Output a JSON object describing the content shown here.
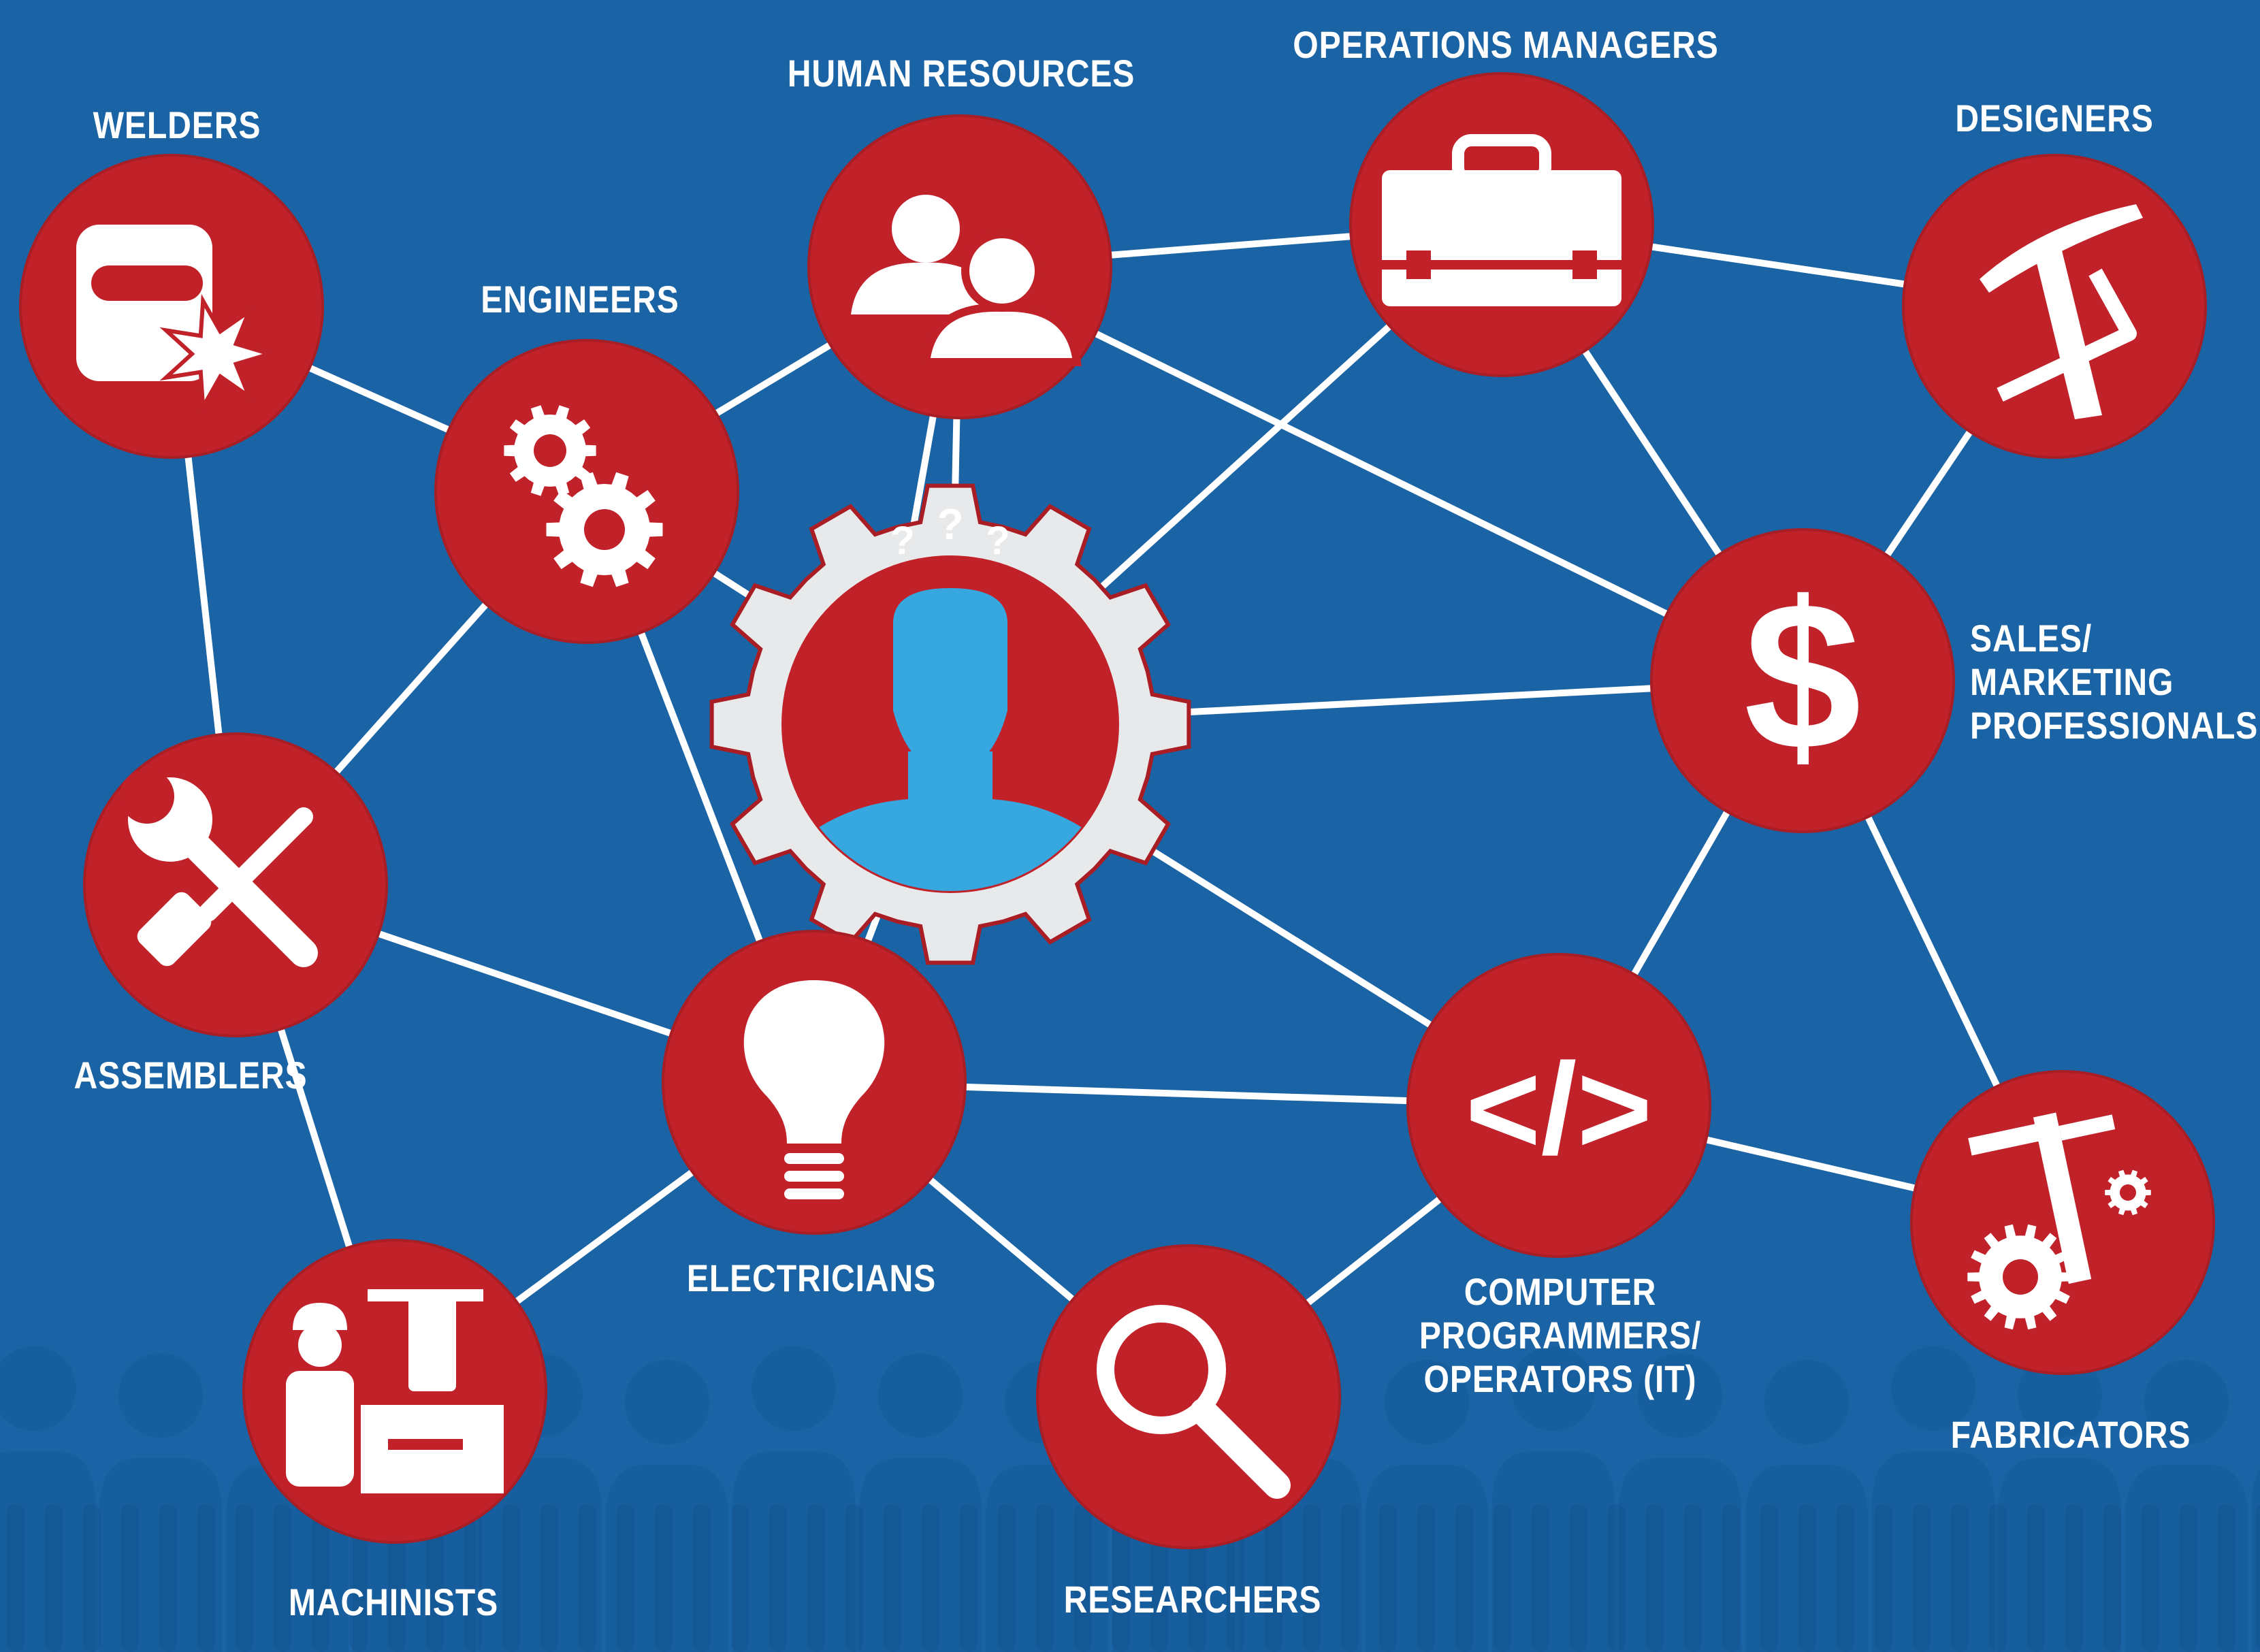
{
  "theme": {
    "background": "#1a63a5",
    "node_fill": "#c1222a",
    "node_stroke": "#a91d24",
    "line": "#ffffff",
    "icon": "#ffffff",
    "gear": "#e8e9eb",
    "head": "#37a7e0"
  },
  "nodes": [
    {
      "id": "welders",
      "label": "WELDERS",
      "icon": "welding-mask-icon"
    },
    {
      "id": "engineers",
      "label": "ENGINEERS",
      "icon": "gears-icon"
    },
    {
      "id": "human_resources",
      "label": "HUMAN RESOURCES",
      "icon": "people-icon"
    },
    {
      "id": "operations_managers",
      "label": "OPERATIONS MANAGERS",
      "icon": "briefcase-icon"
    },
    {
      "id": "designers",
      "label": "DESIGNERS",
      "icon": "drafting-compass-icon"
    },
    {
      "id": "sales_marketing",
      "label_lines": [
        "SALES/",
        "MARKETING",
        "PROFESSIONALS"
      ],
      "icon": "dollar-icon"
    },
    {
      "id": "assemblers",
      "label": "ASSEMBLERS",
      "icon": "wrench-screwdriver-icon"
    },
    {
      "id": "electricians",
      "label": "ELECTRICIANS",
      "icon": "lightbulb-icon"
    },
    {
      "id": "computer_programmers",
      "label_lines": [
        "COMPUTER",
        "PROGRAMMERS/",
        "OPERATORS (IT)"
      ],
      "icon": "code-icon",
      "icon_text": "</>"
    },
    {
      "id": "fabricators",
      "label": "FABRICATORS",
      "icon": "caliper-gears-icon"
    },
    {
      "id": "machinists",
      "label": "MACHINISTS",
      "icon": "machinist-icon"
    },
    {
      "id": "researchers",
      "label": "RESEARCHERS",
      "icon": "magnifier-icon"
    }
  ],
  "center": {
    "icon": "confused-person-gear-icon",
    "question_marks": [
      "?",
      "?",
      "?"
    ]
  },
  "connections": [
    [
      "welders",
      "engineers"
    ],
    [
      "welders",
      "assemblers"
    ],
    [
      "engineers",
      "human_resources"
    ],
    [
      "engineers",
      "assemblers"
    ],
    [
      "engineers",
      "electricians"
    ],
    [
      "engineers",
      "center"
    ],
    [
      "human_resources",
      "operations_managers"
    ],
    [
      "human_resources",
      "center"
    ],
    [
      "human_resources",
      "electricians"
    ],
    [
      "human_resources",
      "sales_marketing"
    ],
    [
      "operations_managers",
      "designers"
    ],
    [
      "operations_managers",
      "center"
    ],
    [
      "operations_managers",
      "sales_marketing"
    ],
    [
      "designers",
      "sales_marketing"
    ],
    [
      "sales_marketing",
      "center"
    ],
    [
      "sales_marketing",
      "computer_programmers"
    ],
    [
      "sales_marketing",
      "fabricators"
    ],
    [
      "assemblers",
      "electricians"
    ],
    [
      "assemblers",
      "machinists"
    ],
    [
      "electricians",
      "center"
    ],
    [
      "electricians",
      "computer_programmers"
    ],
    [
      "electricians",
      "researchers"
    ],
    [
      "electricians",
      "machinists"
    ],
    [
      "center",
      "computer_programmers"
    ],
    [
      "computer_programmers",
      "fabricators"
    ],
    [
      "computer_programmers",
      "researchers"
    ]
  ]
}
